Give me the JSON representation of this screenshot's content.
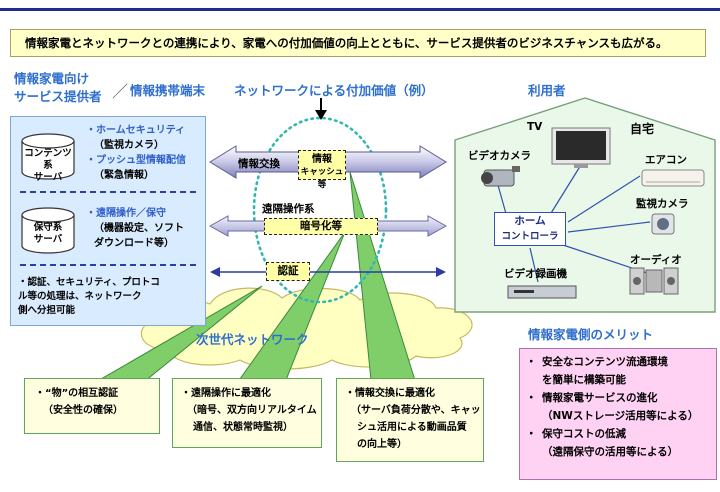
{
  "headline": "情報家電とネットワークとの連携により、家電への付加価値の向上とともに、サービス提供者のビジネスチャンスも広がる。",
  "left_header": {
    "line1": "情報家電向け",
    "line2": "サービス提供者",
    "slash": "／",
    "terminal": "情報携帯端末"
  },
  "center_header": "ネットワークによる付加価値（例）",
  "right_header": "利用者",
  "left_panel": {
    "server1": {
      "line1": "コンテンツ系",
      "line2": "サーバ"
    },
    "server1_services": [
      "・ホームセキュリティ",
      "（監視カメラ）",
      "・プッシュ型情報配信",
      "（緊急情報）"
    ],
    "server2": {
      "line1": "保守系",
      "line2": "サーバ"
    },
    "server2_services": [
      "・遠隔操作／保守",
      "（機器設定、ソフト",
      "ダウンロード等）"
    ],
    "note": [
      "・認証、セキュリティ、プロトコ",
      "ル等の処理は、ネットワーク",
      "側へ分担可能"
    ]
  },
  "arrows": {
    "info_exchange": "情報交換",
    "info_cache": {
      "line1": "情報",
      "line2": "キャッシュ等"
    },
    "remote_op": "遠隔操作系",
    "encryption": "暗号化等",
    "auth": "認証"
  },
  "cloud_label": "次世代ネットワーク",
  "house": {
    "title": "自宅",
    "hub": {
      "line1": "ホーム",
      "line2": "コントローラ"
    },
    "devices": {
      "tv": "TV",
      "video_camera": "ビデオカメラ",
      "aircon": "エアコン",
      "monitor_camera": "監視カメラ",
      "video_recorder": "ビデオ録画機",
      "audio": "オーディオ"
    }
  },
  "merit_title": "情報家電側のメリット",
  "merits": [
    {
      "bullet": "・",
      "text": "安全なコンテンツ流通環境"
    },
    {
      "bullet": "",
      "text": "を簡単に構築可能"
    },
    {
      "bullet": "・",
      "text": "情報家電サービスの進化"
    },
    {
      "bullet": "",
      "text": "（NWストレージ活用等による）"
    },
    {
      "bullet": "・",
      "text": "保守コストの低減"
    },
    {
      "bullet": "",
      "text": "（遠隔保守の活用等による）"
    }
  ],
  "callouts": [
    {
      "line1": "・“物”の相互認証",
      "line2": "（安全性の確保）",
      "line3": ""
    },
    {
      "line1": "・遠隔操作に最適化",
      "line2": "（暗号、双方向リアルタイム",
      "line3": "通信、状態常時監視）"
    },
    {
      "line1": "・情報交換に最適化",
      "line2": "（サーバ負荷分散や、キャッ",
      "line3": "シュ活用による動画品質",
      "line4": "の向上等）"
    }
  ],
  "colors": {
    "accent_blue": "#2f6fce",
    "navy": "#1b2f8f",
    "green": "#5aa85a",
    "pink": "#ffd2f4"
  }
}
